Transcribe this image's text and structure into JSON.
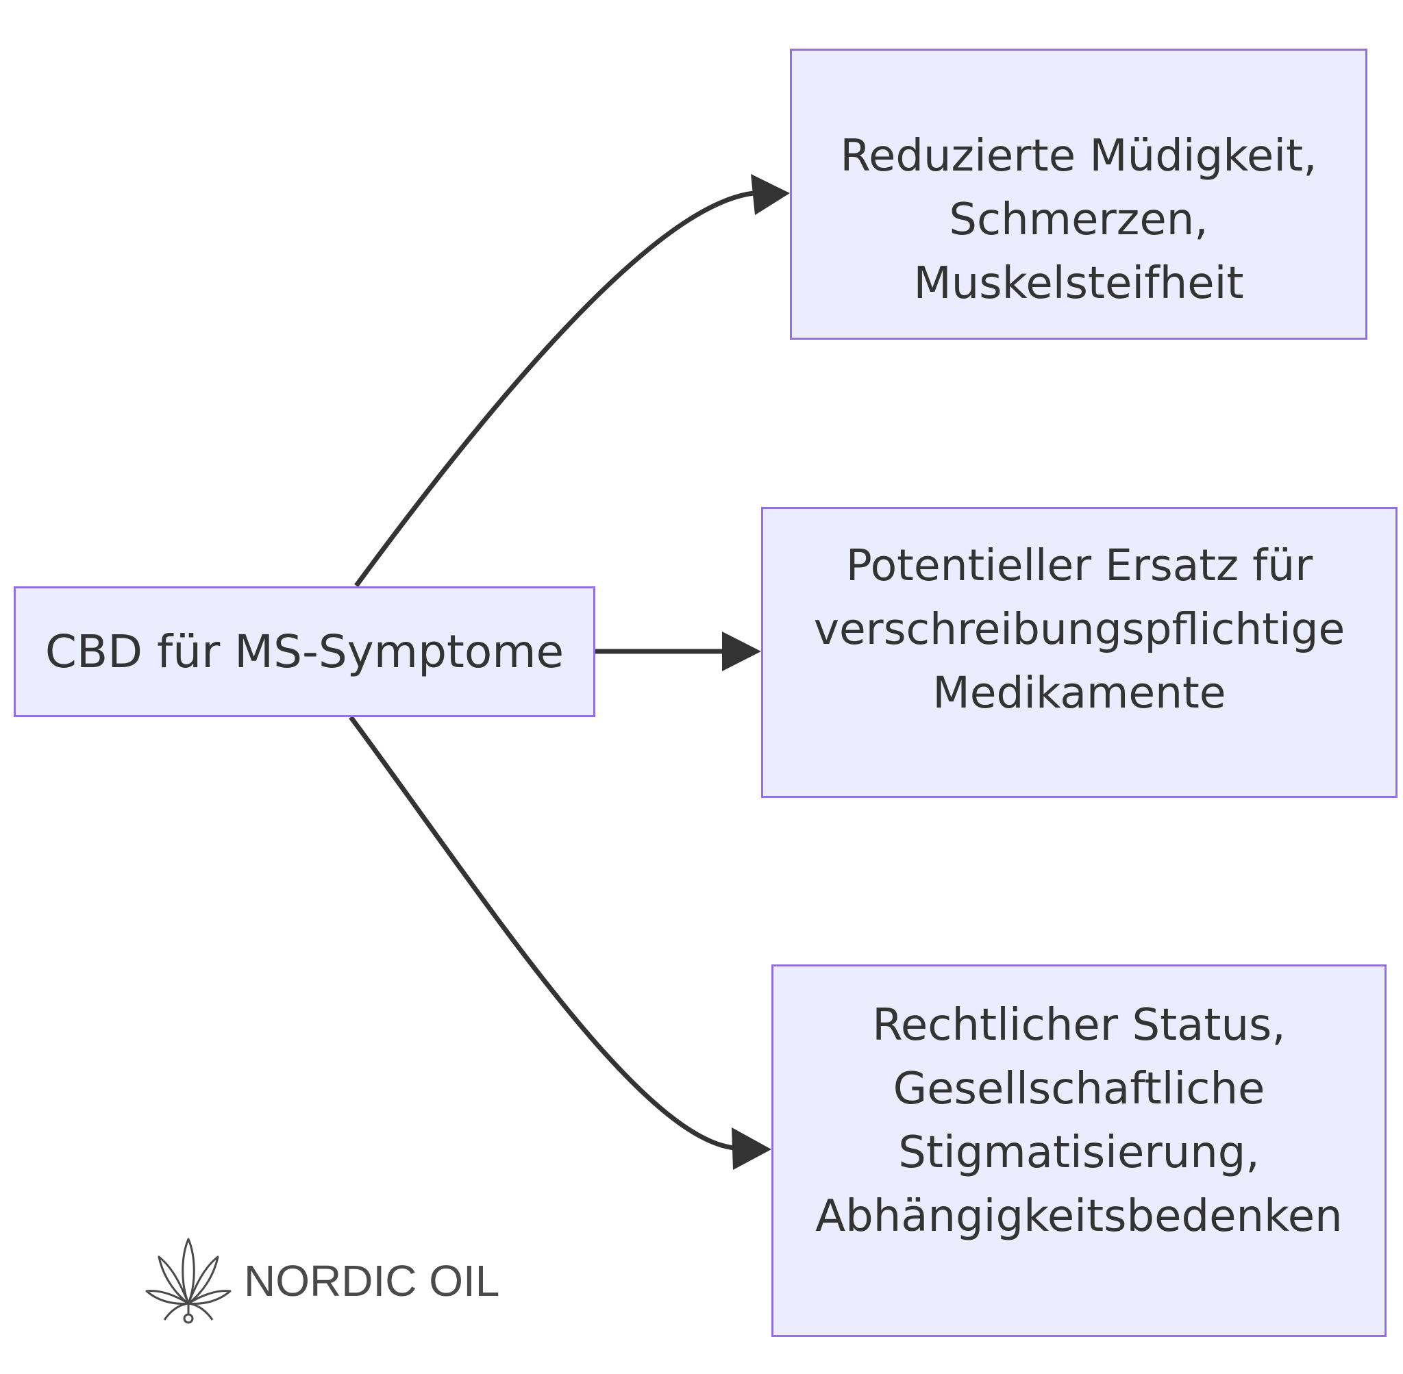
{
  "diagram": {
    "root": {
      "label": "CBD für MS-Symptome"
    },
    "children": [
      {
        "label": "Reduzierte Müdigkeit,\nSchmerzen,\nMuskelsteifheit"
      },
      {
        "label": "Potentieller Ersatz für\nverschreibungspflichtige\nMedikamente"
      },
      {
        "label": "Rechtlicher Status,\nGesellschaftliche\nStigmatisierung,\nAbhängigkeitsbedenken"
      }
    ],
    "colors": {
      "node_fill": "#ECECFF",
      "node_border": "#9370DB",
      "edge": "#333333",
      "text": "#333333"
    }
  },
  "logo": {
    "text": "NORDIC OIL",
    "icon": "cannabis-leaf-icon"
  }
}
